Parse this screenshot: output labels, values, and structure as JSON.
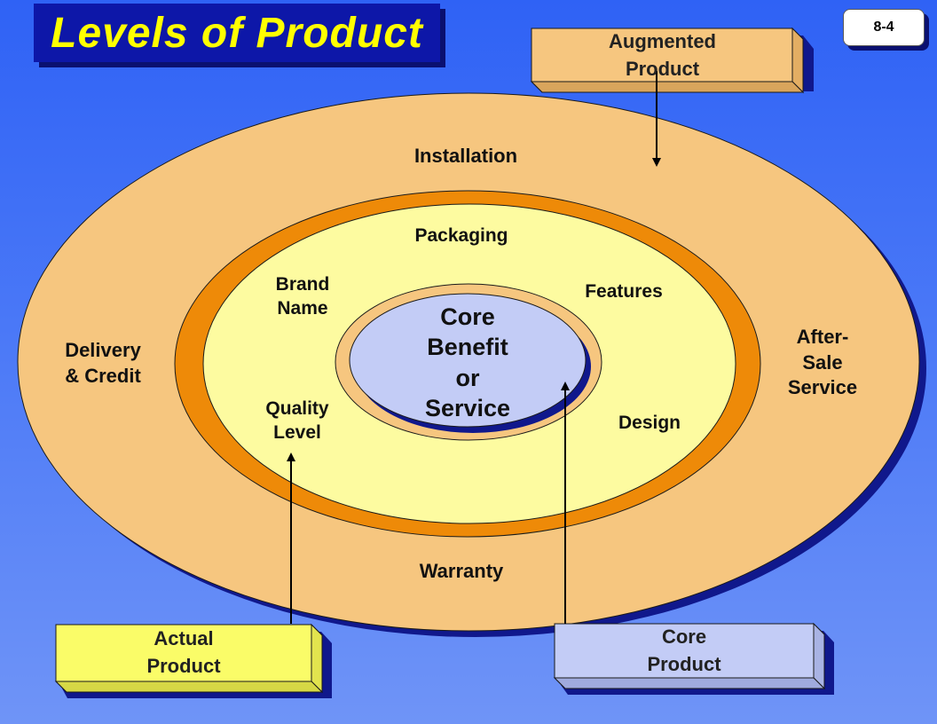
{
  "title": "Levels of Product",
  "page_number": "8-4",
  "rings": {
    "outer": {
      "labels": {
        "installation": "Installation",
        "delivery_credit": "Delivery\n& Credit",
        "after_sale": "After-\nSale\nService",
        "warranty": "Warranty"
      }
    },
    "middle": {
      "labels": {
        "packaging": "Packaging",
        "brand_name": "Brand\nName",
        "features": "Features",
        "quality_level": "Quality\nLevel",
        "design": "Design"
      }
    },
    "core": {
      "label": "Core\nBenefit\nor\nService"
    }
  },
  "callouts": {
    "augmented": {
      "label": "Augmented\nProduct"
    },
    "actual": {
      "label": "Actual\nProduct"
    },
    "core": {
      "label": "Core\nProduct"
    }
  },
  "colors": {
    "outer_ring": "#f6c67f",
    "middle_ring": "#ee8a08",
    "inner_fill": "#fdfba0",
    "core_fill": "#c3ccf6",
    "augmented_box": "#f6c67f",
    "actual_box": "#fafc68",
    "core_box": "#c3ccf6"
  }
}
